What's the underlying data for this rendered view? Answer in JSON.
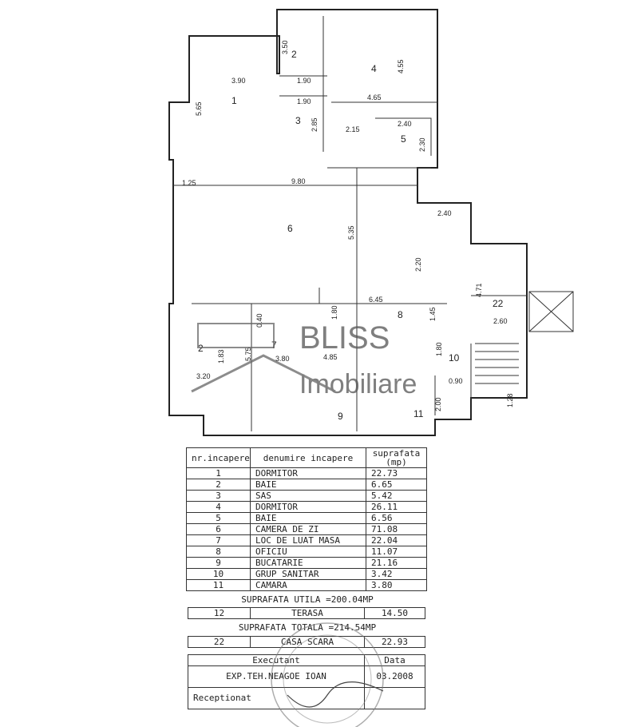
{
  "watermark": {
    "line1": "BLISS",
    "line2": "Imobiliare"
  },
  "plan": {
    "rooms": [
      "1",
      "2",
      "3",
      "4",
      "5",
      "6",
      "7",
      "8",
      "9",
      "10",
      "11",
      "22",
      "2"
    ],
    "dims": [
      "3.90",
      "3.50",
      "1.90",
      "1.90",
      "5.65",
      "2.85",
      "4.55",
      "4.65",
      "2.15",
      "2.40",
      "2.30",
      "1.25",
      "9.80",
      "5.35",
      "2.40",
      "2.20",
      "4.71",
      "2.60",
      "6.45",
      "1.45",
      "1.80",
      "1.80",
      "4.85",
      "0.40",
      "5.75",
      "3.80",
      "1.83",
      "3.20",
      "2.00",
      "0.90",
      "1.28"
    ]
  },
  "table": {
    "headers": [
      "nr.incapere",
      "denumire incapere",
      "suprafata (mp)"
    ],
    "rows": [
      [
        "1",
        "DORMITOR",
        "22.73"
      ],
      [
        "2",
        "BAIE",
        "6.65"
      ],
      [
        "3",
        "SAS",
        "5.42"
      ],
      [
        "4",
        "DORMITOR",
        "26.11"
      ],
      [
        "5",
        "BAIE",
        "6.56"
      ],
      [
        "6",
        "CAMERA DE ZI",
        "71.08"
      ],
      [
        "7",
        "LOC DE LUAT MASA",
        "22.04"
      ],
      [
        "8",
        "OFICIU",
        "11.07"
      ],
      [
        "9",
        "BUCATARIE",
        "21.16"
      ],
      [
        "10",
        "GRUP SANITAR",
        "3.42"
      ],
      [
        "11",
        "CAMARA",
        "3.80"
      ]
    ],
    "suprafata_utila": "SUPRAFATA UTILA =200.04MP",
    "terasa": [
      "12",
      "TERASA",
      "14.50"
    ],
    "suprafata_totala": "SUPRAFATA TOTALA =214.54MP",
    "casa_scara": [
      "22",
      "CASA SCARA",
      "22.93"
    ]
  },
  "signoff": {
    "executant_label": "Executant",
    "data_label": "Data",
    "executant": "EXP.TEH.NEAGOE IOAN",
    "date": "03.2008",
    "receptionat_label": "Receptionat"
  }
}
